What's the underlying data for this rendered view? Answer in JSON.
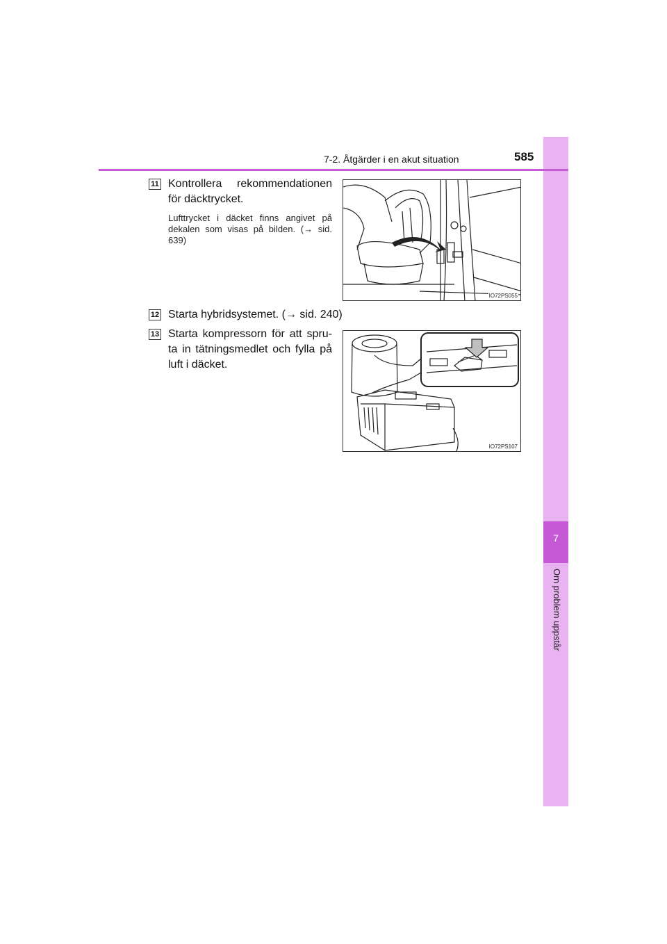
{
  "header": {
    "section": "7-2. Åtgärder i en akut situation",
    "page_number": "585"
  },
  "side_tab": {
    "chapter_number": "7",
    "chapter_title": "Om problem uppstår",
    "color": "#e9b3f2",
    "active_color": "#c65ad6"
  },
  "steps": [
    {
      "number": "11",
      "text": "Kontrollera rekommendationen för däcktrycket.",
      "subtext": "Lufttrycket i däcket finns angivet på dekalen som visas på bilden. (→ sid. 639)"
    },
    {
      "number": "12",
      "text": "Starta hybridsystemet. (→ sid. 240)"
    },
    {
      "number": "13",
      "text": "Starta kompressorn för att spru-ta in tätningsmedlet och fylla på luft i däcket."
    }
  ],
  "figures": [
    {
      "code": "IO72PS055",
      "icon": "car-door-seat-illustration"
    },
    {
      "code": "IO72PS107",
      "icon": "compressor-switch-illustration"
    }
  ]
}
